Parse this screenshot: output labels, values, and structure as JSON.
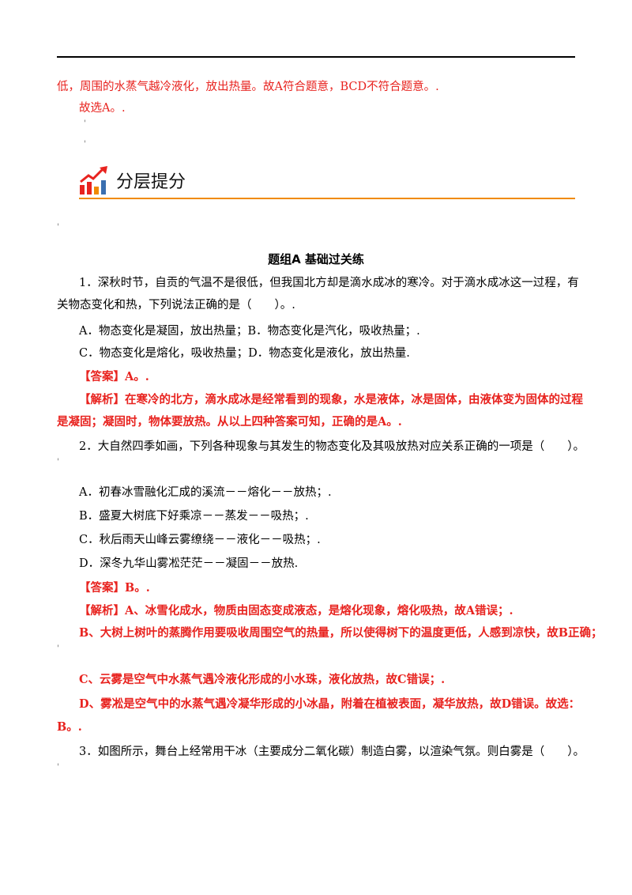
{
  "top": {
    "line1": "低，周围的水蒸气越冷液化，放出热量。故A符合题意，BCD不符合题意。.",
    "line2": "故选A。."
  },
  "section": {
    "title": "分层提分",
    "icon_colors": [
      "#e8231f",
      "#f08a00",
      "#3a6fb0"
    ]
  },
  "group_title": "题组A   基础过关练",
  "q1": {
    "stem_a": "1．深秋时节，自贡的气温不是很低，但我国北方却是滴水成冰的寒冷。对于滴水成冰这一过程，有",
    "stem_b": "关物态变化和热，下列说法正确的是（　　）。.",
    "opt_ab": "A．物态变化是凝固，放出热量；B．物态变化是汽化，吸收热量；.",
    "opt_cd": "C．物态变化是熔化，吸收热量；D．物态变化是液化，放出热量.",
    "answer": "【答案】A。.",
    "analysis_a": "【解析】在寒冷的北方，滴水成冰是经常看到的现象，水是液体，冰是固体，由液体变为固体的过程",
    "analysis_b": "是凝固；凝固时，物体要放热。从以上四种答案可知，正确的是A。."
  },
  "q2": {
    "stem": "2．大自然四季如画，下列各种现象与其发生的物态变化及其吸放热对应关系正确的一项是（　　）。",
    "opt_a": "A．初春冰雪融化汇成的溪流－－熔化－－放热；.",
    "opt_b": "B．盛夏大树底下好乘凉－－蒸发－－吸热；.",
    "opt_c": "C．秋后雨天山峰云雾缭绕－－液化－－吸热；.",
    "opt_d": "D．深冬九华山雾凇茫茫－－凝固－－放热.",
    "answer": "【答案】B。.",
    "analysis_a": "【解析】A、冰雪化成水，物质由固态变成液态，是熔化现象，熔化吸热，故A错误；.",
    "analysis_b": "B、大树上树叶的蒸腾作用要吸收周围空气的热量，所以使得树下的温度更低，人感到凉快，故B正确；",
    "analysis_c": "C、云雾是空气中水蒸气遇冷液化形成的小水珠，液化放热，故C错误；.",
    "analysis_d": "D、雾凇是空气中的水蒸气遇冷凝华形成的小冰晶，附着在植被表面，凝华放热，故D错误。故选：",
    "analysis_e": "B。."
  },
  "q3": {
    "stem": "3．如图所示，舞台上经常用干冰（主要成分二氧化碳）制造白雾，以渲染气氛。则白雾是（　　）。"
  }
}
